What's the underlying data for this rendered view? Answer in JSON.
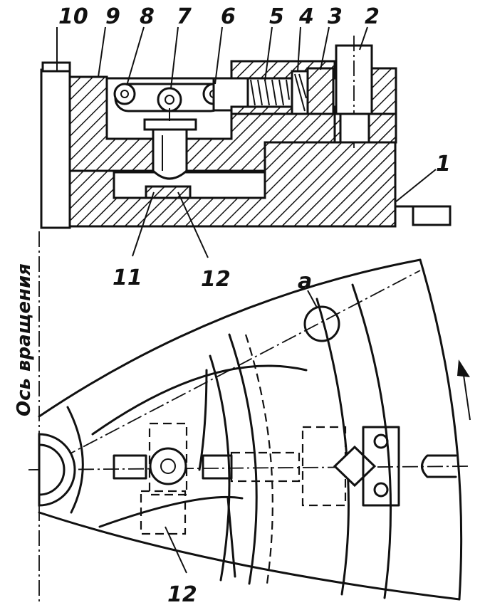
{
  "labels": {
    "top": [
      "10",
      "9",
      "8",
      "7",
      "6",
      "5",
      "4",
      "3",
      "2"
    ],
    "right": "1",
    "bottom_top_view": [
      "11",
      "12"
    ],
    "plan_a": "a",
    "plan_bottom": "12"
  },
  "axis_label": "Ось вращения"
}
